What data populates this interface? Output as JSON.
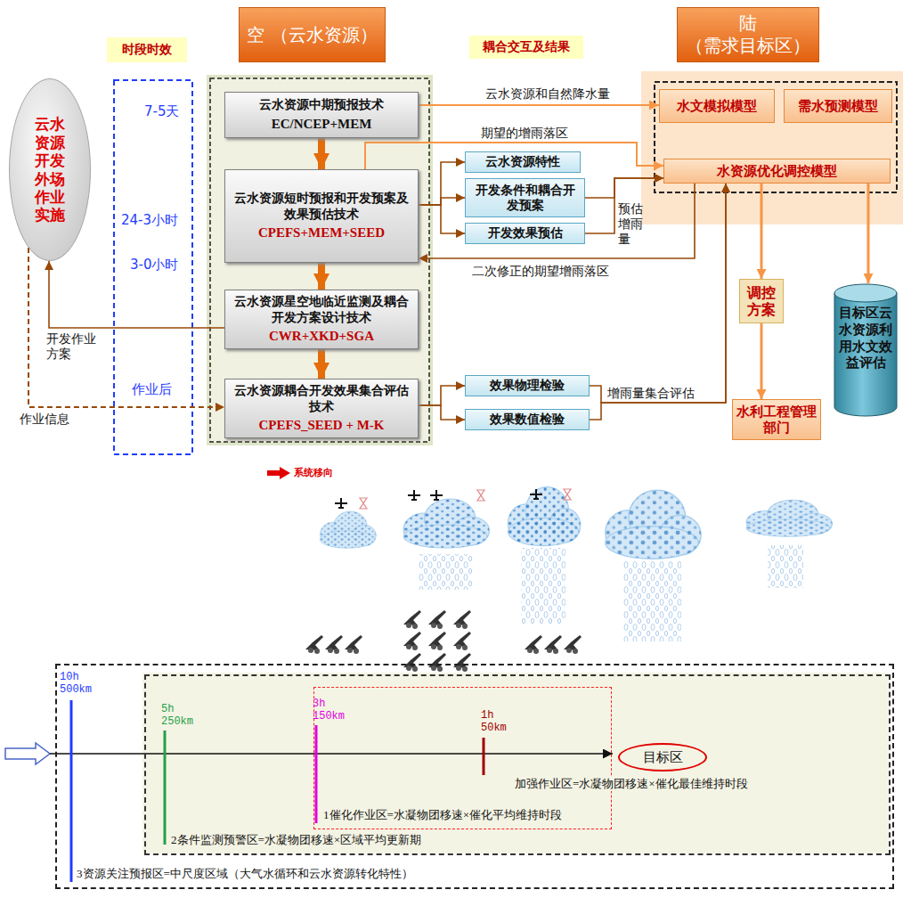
{
  "diagram": {
    "nodes": [
      {
        "text": [
          "时段时效"
        ]
      },
      {
        "text": [
          "空 （云水资源）"
        ]
      },
      {
        "text": [
          "耦合交互及结果"
        ]
      },
      {
        "text": [
          "陆 （需求目标区）"
        ]
      },
      {
        "text": [
          "云水资源开发外场作业实施"
        ]
      },
      {
        "text": [
          "云水资源中期预报技术",
          "EC/NCEP+MEM"
        ]
      },
      {
        "text": [
          "云水资源短时预报和开发预案及效果预估技术",
          "CPEFS+MEM+SEED"
        ]
      },
      {
        "text": [
          "云水资源星空地临近监测及耦合开发方案设计技术",
          "CWR+XKD+SGA"
        ]
      },
      {
        "text": [
          "云水资源耦合开发效果集合评估技术",
          "CPEFS_SEED + M-K"
        ]
      },
      {
        "text": [
          "云水资源特性"
        ]
      },
      {
        "text": [
          "开发条件和耦合开发预案"
        ]
      },
      {
        "text": [
          "开发效果预估"
        ]
      },
      {
        "text": [
          "效果物理检验"
        ]
      },
      {
        "text": [
          "效果数值检验"
        ]
      },
      {
        "text": [
          "水文模拟模型"
        ]
      },
      {
        "text": [
          "需水预测模型"
        ]
      },
      {
        "text": [
          "水资源优化调控模型"
        ]
      },
      {
        "text": [
          "调控方案"
        ]
      },
      {
        "text": [
          "水利工程管理部门"
        ]
      },
      {
        "text": [
          "目标区云水资源利用水文效益评估"
        ]
      },
      {
        "text": [
          "3资源关注预报区=中尺度区域（大气水循环和云水资源转化特性）"
        ]
      },
      {
        "text": [
          "2条件监测预警区=水凝物团移速×区域平均更新期"
        ],
        "in": 20
      },
      {
        "text": [
          "1催化作业区=水凝物团移速×催化平均维持时段"
        ],
        "in": 21
      },
      {
        "text": [
          "目标区"
        ],
        "in": 21
      }
    ],
    "edges": [
      {
        "from": 5,
        "to": 6,
        "arrow": "to"
      },
      {
        "from": 6,
        "to": 7,
        "arrow": "to"
      },
      {
        "from": 7,
        "to": 8,
        "arrow": "to"
      },
      {
        "from": 5,
        "to": 14,
        "arrow": "to",
        "label": "云水资源和自然降水量"
      },
      {
        "from": 6,
        "to": 16,
        "arrow": "to",
        "label": "期望的增雨落区"
      },
      {
        "from": 6,
        "to": 9,
        "arrow": "to"
      },
      {
        "from": 6,
        "to": 10,
        "arrow": "to"
      },
      {
        "from": 6,
        "to": 11,
        "arrow": "to"
      },
      {
        "from": 10,
        "to": 16,
        "arrow": "to",
        "label": "预估增雨量"
      },
      {
        "from": 11,
        "to": 16,
        "arrow": "to"
      },
      {
        "from": 16,
        "to": 6,
        "arrow": "to",
        "label": "二次修正的期望增雨落区"
      },
      {
        "from": 7,
        "to": 4,
        "arrow": "to",
        "label": "开发作业方案"
      },
      {
        "from": 4,
        "to": 8,
        "arrow": "to",
        "label": "作业信息"
      },
      {
        "from": 8,
        "to": 12,
        "arrow": "to"
      },
      {
        "from": 8,
        "to": 13,
        "arrow": "to"
      },
      {
        "from": 12,
        "to": 16,
        "arrow": "to",
        "label": "增雨量集合评估"
      },
      {
        "from": 13,
        "to": 16,
        "arrow": "to"
      },
      {
        "from": 16,
        "to": 17,
        "arrow": "to"
      },
      {
        "from": 17,
        "to": 18,
        "arrow": "to"
      },
      {
        "from": 16,
        "to": 19,
        "arrow": "to"
      }
    ],
    "labels": [
      "7-5天",
      "24-3小时",
      "3-0小时",
      "作业后",
      "系统移向",
      "10h",
      "500km",
      "5h",
      "250km",
      "3h",
      "150km",
      "1h",
      "50km",
      "加强作业区=水凝物团移速×催化最佳维持时段"
    ]
  }
}
